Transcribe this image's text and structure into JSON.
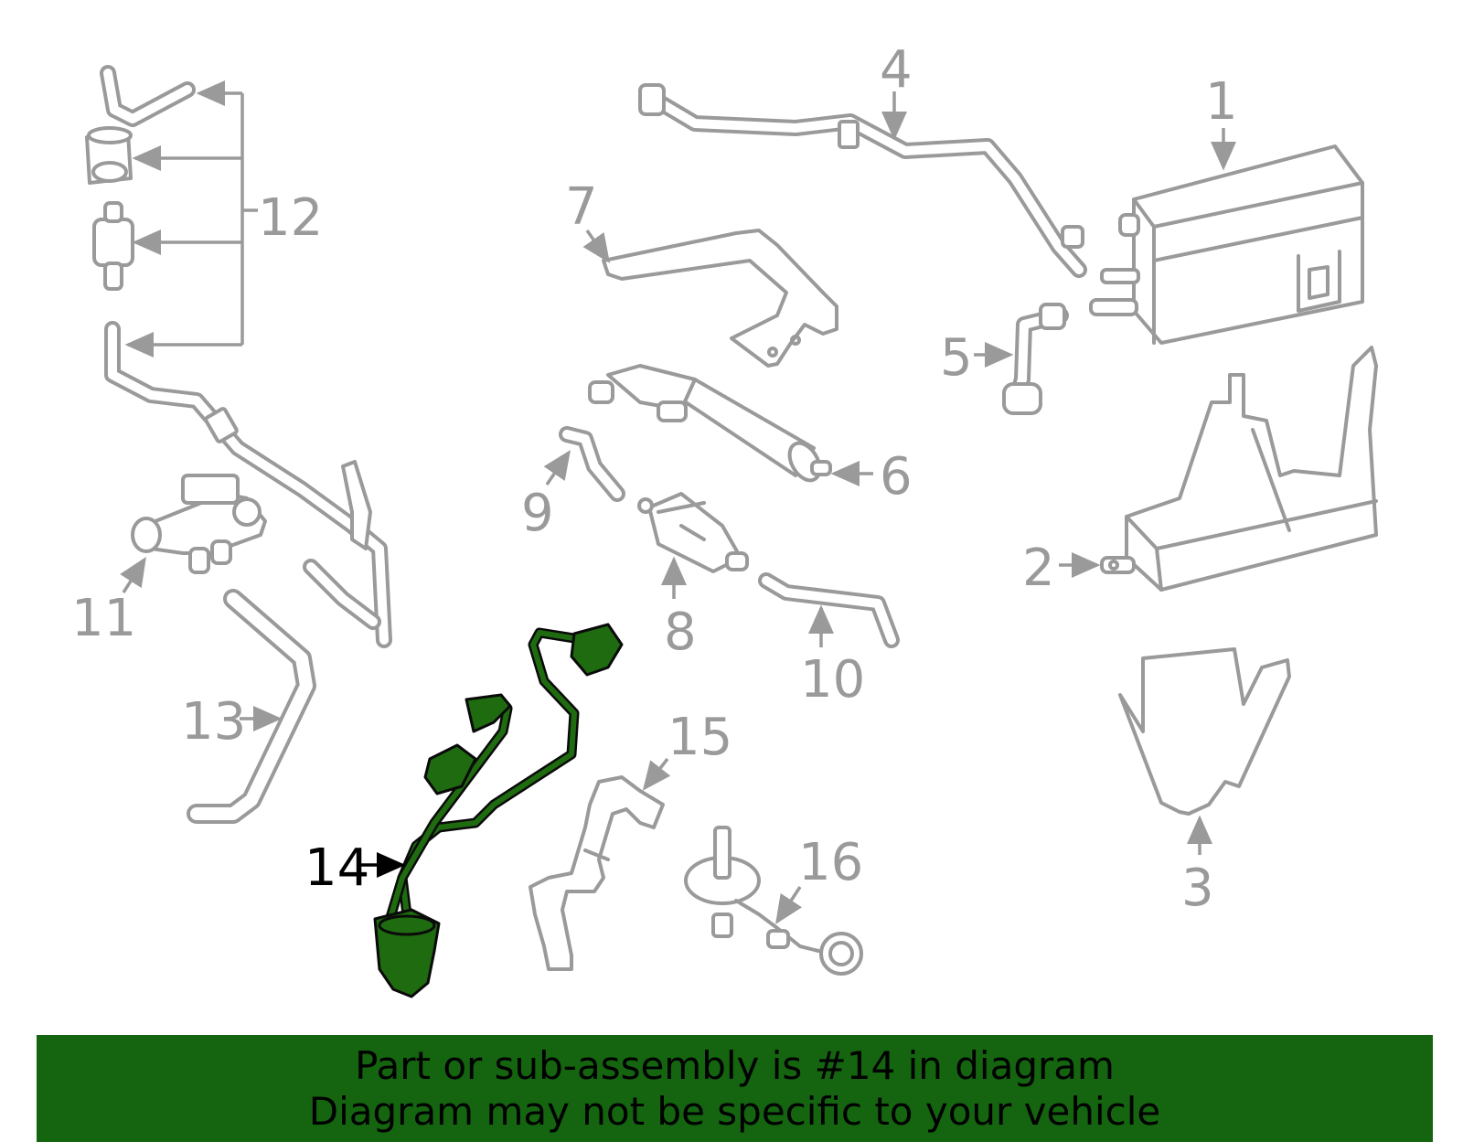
{
  "callouts": {
    "c1": "1",
    "c2": "2",
    "c3": "3",
    "c4": "4",
    "c5": "5",
    "c6": "6",
    "c7": "7",
    "c8": "8",
    "c9": "9",
    "c10": "10",
    "c11": "11",
    "c12": "12",
    "c13": "13",
    "c14": "14",
    "c15": "15",
    "c16": "16"
  },
  "banner": {
    "line1": "Part or sub-assembly is #14 in diagram",
    "line2": "Diagram may not be specific to your vehicle"
  },
  "colors": {
    "highlight": "#1f6b10",
    "banner": "#146410",
    "part_stroke": "#9a9a9a"
  }
}
